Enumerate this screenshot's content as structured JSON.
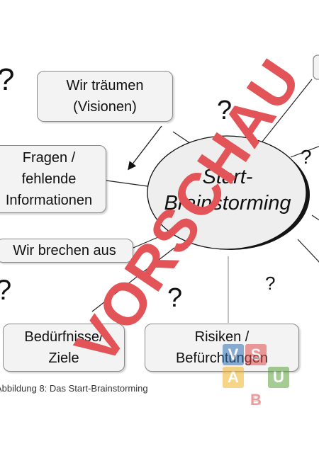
{
  "diagram": {
    "center_label_line1": "Start-",
    "center_label_line2": "Brainstorming",
    "nodes": {
      "visionen": "Wir träumen\n(Visionen)",
      "fragen": "Fragen /\nfehlende\nInformationen",
      "ausbrechen": "Wir brechen aus",
      "beduerfnisse": "Bedürfnisse/\nZiele",
      "risiken": "Risiken /\nBefürchtungen"
    },
    "question_mark": "?"
  },
  "caption": "Abbildung 8: Das Start-Brainstorming",
  "watermark": "VORSCHAU",
  "logo": {
    "letters": [
      "V",
      "S",
      "A",
      "U",
      "A",
      "B"
    ],
    "colors": [
      "#2f6fb5",
      "#e04b4b",
      "#f0b428",
      "#5aa33c",
      "#ffffff",
      "#e04b4b"
    ]
  },
  "colors": {
    "watermark": "#e25458",
    "box_fill": "#f3f3f3",
    "box_border": "#8a8a8a"
  }
}
